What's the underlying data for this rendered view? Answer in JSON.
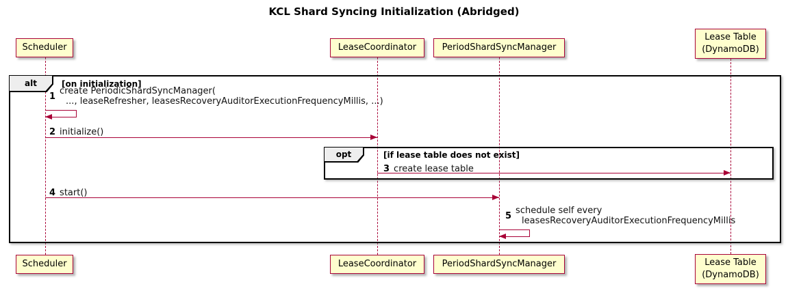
{
  "title": "KCL Shard Syncing Initialization (Abridged)",
  "colors": {
    "participant_fill": "#FEFECE",
    "participant_border": "#A80036",
    "arrow": "#A80036",
    "lifeline": "#A80036",
    "frame_border": "#000000",
    "frame_tab_fill": "#EEEEEE"
  },
  "participants": [
    {
      "name": "Scheduler"
    },
    {
      "name": "LeaseCoordinator"
    },
    {
      "name": "PeriodShardSyncManager"
    },
    {
      "name": "Lease Table\n(DynamoDB)"
    }
  ],
  "frames": {
    "alt": {
      "keyword": "alt",
      "condition": "[on initialization]"
    },
    "opt": {
      "keyword": "opt",
      "condition": "[if lease table does not exist]"
    }
  },
  "messages": [
    {
      "num": "1",
      "type": "self",
      "from": "Scheduler",
      "to": "Scheduler",
      "lines": [
        "create PeriodicShardSyncManager(",
        "..., leaseRefresher, leasesRecoveryAuditorExecutionFrequencyMillis, ...)"
      ]
    },
    {
      "num": "2",
      "type": "call",
      "from": "Scheduler",
      "to": "LeaseCoordinator",
      "text": "initialize()"
    },
    {
      "num": "3",
      "type": "call",
      "from": "LeaseCoordinator",
      "to": "Lease Table (DynamoDB)",
      "text": "create lease table"
    },
    {
      "num": "4",
      "type": "call",
      "from": "Scheduler",
      "to": "PeriodShardSyncManager",
      "text": "start()"
    },
    {
      "num": "5",
      "type": "self",
      "from": "PeriodShardSyncManager",
      "to": "PeriodShardSyncManager",
      "lines": [
        "schedule self every",
        "leasesRecoveryAuditorExecutionFrequencyMillis"
      ]
    }
  ]
}
